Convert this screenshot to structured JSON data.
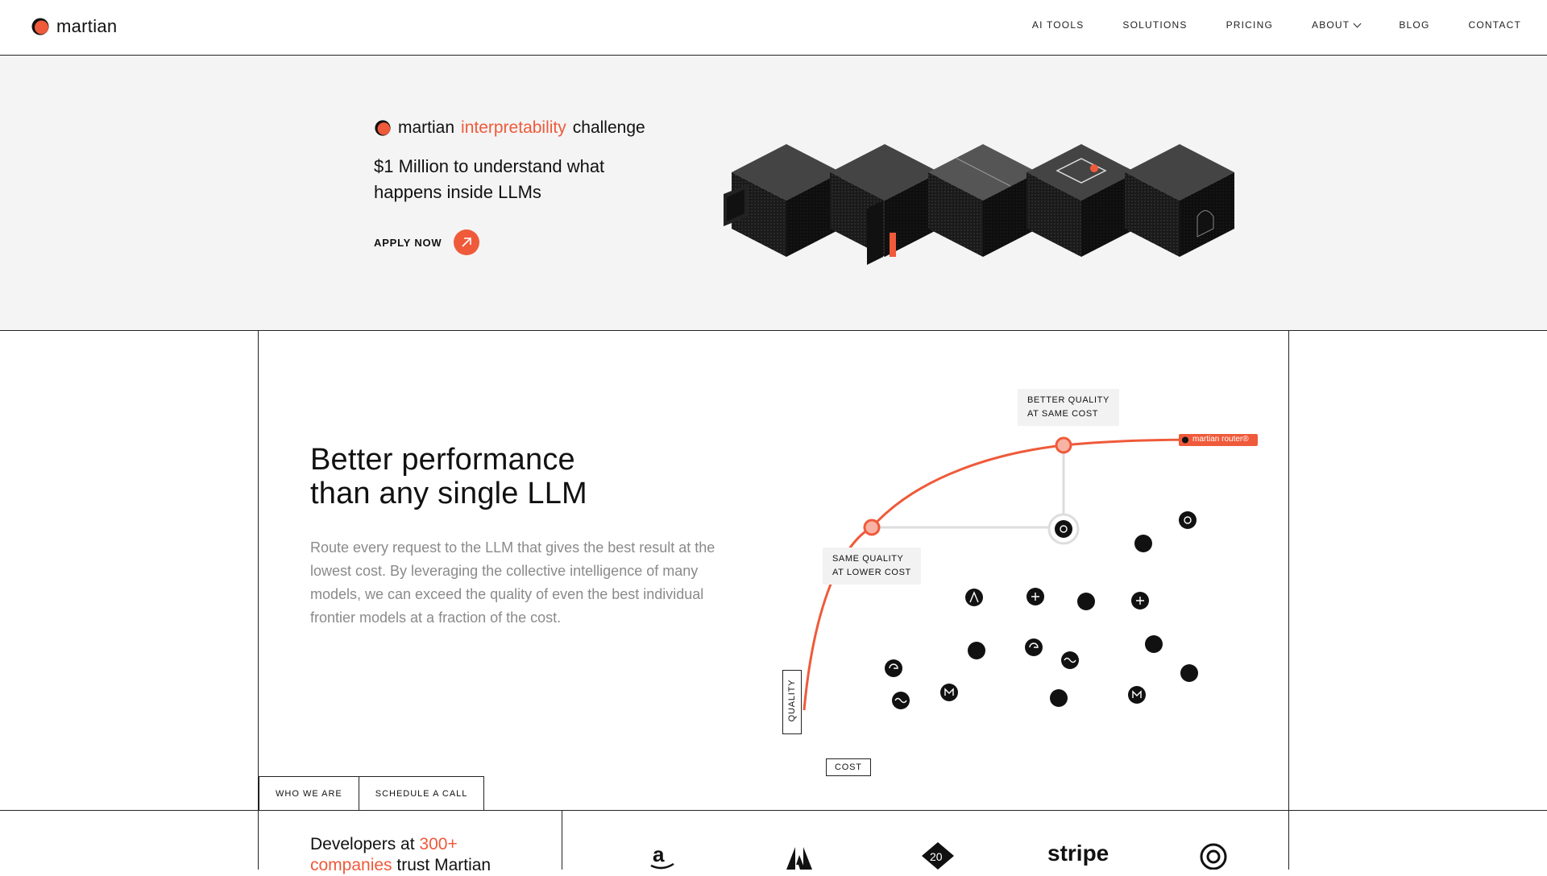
{
  "nav": {
    "logo_text": "martian",
    "links": [
      {
        "label": "AI TOOLS"
      },
      {
        "label": "SOLUTIONS"
      },
      {
        "label": "PRICING"
      },
      {
        "label": "ABOUT"
      },
      {
        "label": "BLOG"
      },
      {
        "label": "CONTACT"
      }
    ]
  },
  "banner": {
    "brand": "martian",
    "accent": "interpretability",
    "challenge": "challenge",
    "subtitle": "$1 Million to understand what happens inside LLMs",
    "cta": "APPLY NOW"
  },
  "main": {
    "headline_line1": "Better performance",
    "headline_line2": "than any single LLM",
    "body": "Route every request to the LLM that gives the best result at the lowest cost. By leveraging the collective intelligence of many models, we can exceed the quality of even the best individual frontier models at a fraction of the cost.",
    "tabs": [
      {
        "label": "WHO WE ARE"
      },
      {
        "label": "SCHEDULE A CALL"
      }
    ]
  },
  "chart": {
    "better_line1": "BETTER QUALITY",
    "better_line2": "AT SAME COST",
    "same_line1": "SAME QUALITY",
    "same_line2": "AT LOWER COST",
    "router_tag": "martian router®",
    "y_axis": "QUALITY",
    "x_axis": "COST"
  },
  "bottom": {
    "devs_prefix": "Developers at ",
    "devs_accent": "300+ companies",
    "devs_suffix": " trust Martian",
    "brands": [
      "stripe"
    ]
  },
  "colors": {
    "accent": "#ef5a3a",
    "banner_bg": "#f4f4f4",
    "muted_text": "#8a8a8a"
  }
}
